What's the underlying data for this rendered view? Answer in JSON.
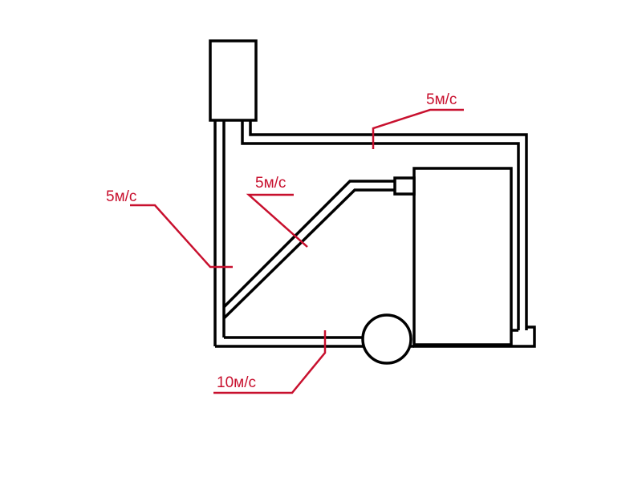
{
  "colors": {
    "line": "#000000",
    "annotation": "#c8102e",
    "background": "#ffffff"
  },
  "annotations": {
    "top_right": "5м/с",
    "middle": "5м/с",
    "left": "5м/с",
    "bottom": "10м/с"
  }
}
